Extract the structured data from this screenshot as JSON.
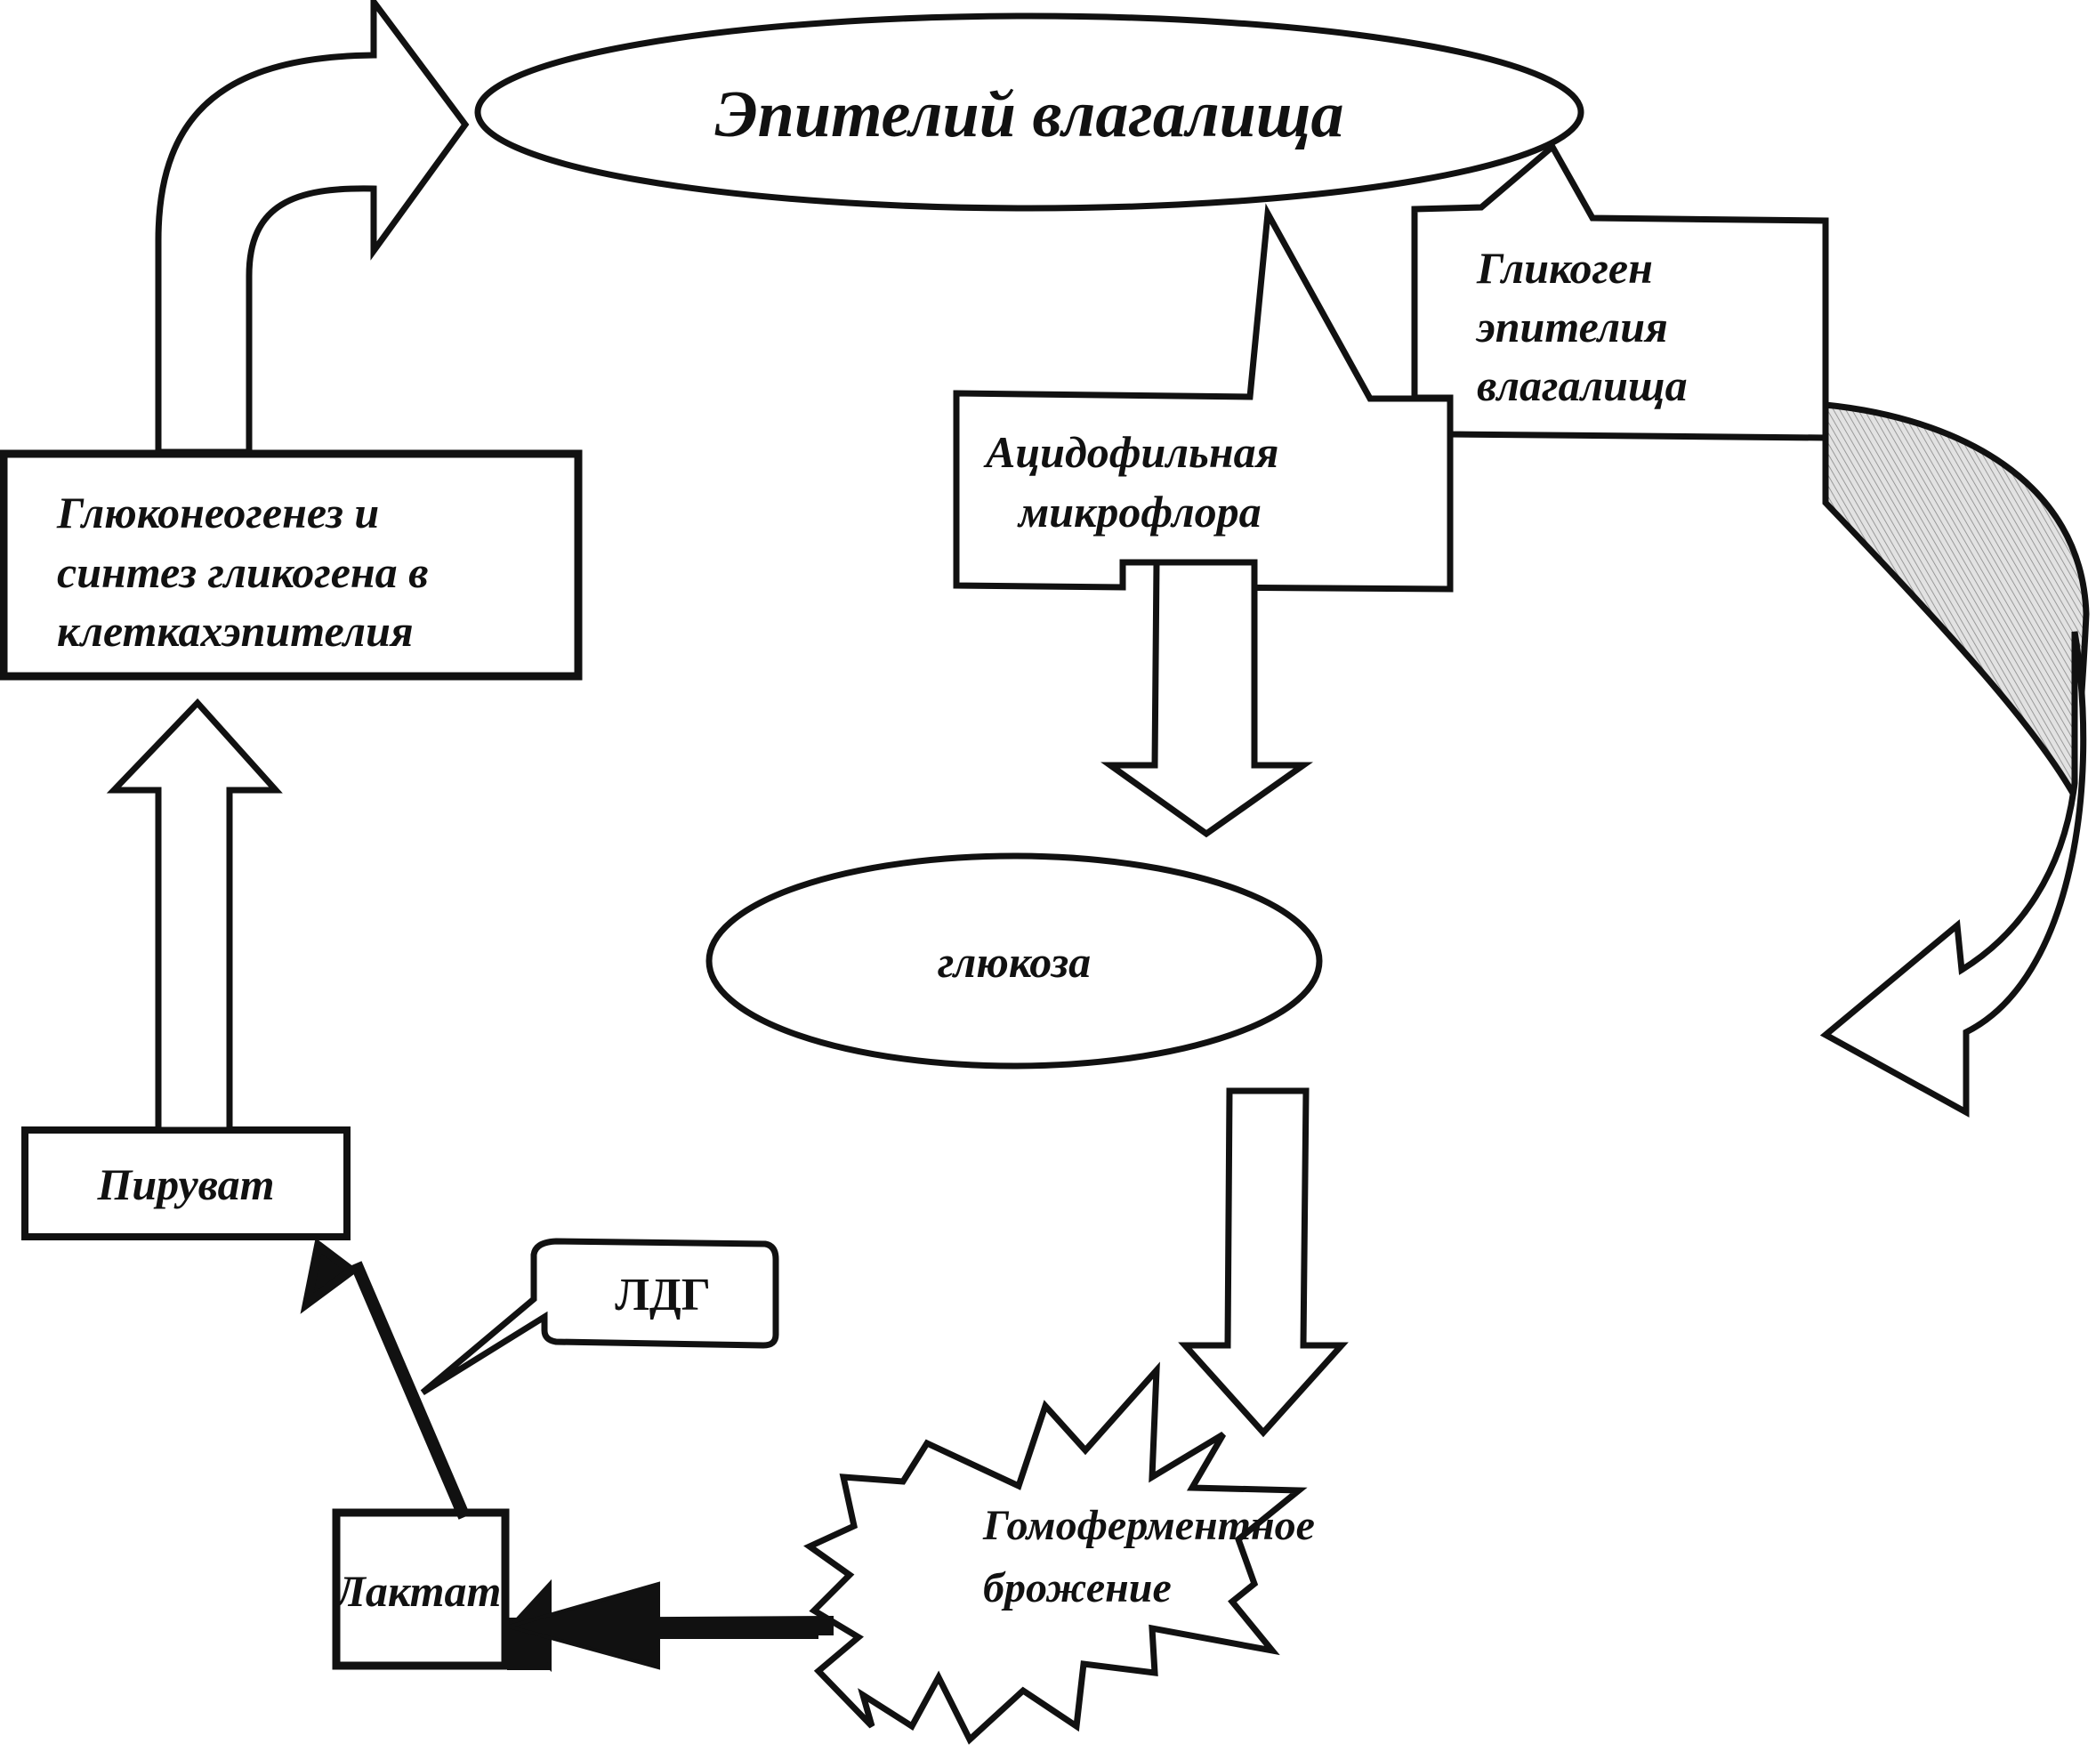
{
  "diagram": {
    "title_node": {
      "label": "Эпителий влагалища"
    },
    "glycogen_node": {
      "lines": [
        "Гликоген",
        "эпителия",
        "влагалища"
      ]
    },
    "microflora_node": {
      "lines": [
        "Ацидофильная",
        "микрофлора"
      ]
    },
    "glucose_node": {
      "label": "глюкоза"
    },
    "fermentation_node": {
      "lines": [
        "Гомоферментное",
        "брожение"
      ]
    },
    "lactate_node": {
      "label": "Лактат"
    },
    "pyruvate_node": {
      "label": "Пируват"
    },
    "enzyme_callout": {
      "label": "ЛДГ"
    },
    "gluconeogenesis_node": {
      "lines": [
        "Глюконеогенез и",
        "синтез гликогена в",
        "клеткахэпителия"
      ]
    },
    "edges": [
      {
        "from": "Ацидофильная микрофлора",
        "to": "глюкоза",
        "style": "hollow-block-arrow"
      },
      {
        "from": "глюкоза",
        "to": "Гомоферментное брожение",
        "style": "hollow-block-arrow"
      },
      {
        "from": "Гомоферментное брожение",
        "to": "Лактат",
        "style": "solid-arrow"
      },
      {
        "from": "Лактат",
        "to": "Пируват",
        "style": "solid-arrow",
        "label": "ЛДГ"
      },
      {
        "from": "Пируват",
        "to": "Глюконеогенез и синтез гликогена в клеткахэпителия",
        "style": "hollow-block-arrow"
      },
      {
        "from": "Глюконеогенез и синтез гликогена в клеткахэпителия",
        "to": "Эпителий влагалища",
        "style": "hollow-curved-arrow"
      },
      {
        "from": "Гликоген эпителия влагалища",
        "to": "down",
        "style": "shaded-curved-arrow"
      }
    ],
    "colors": {
      "ink": "#111111",
      "background": "#ffffff",
      "shade": "#bdbdbd"
    }
  }
}
